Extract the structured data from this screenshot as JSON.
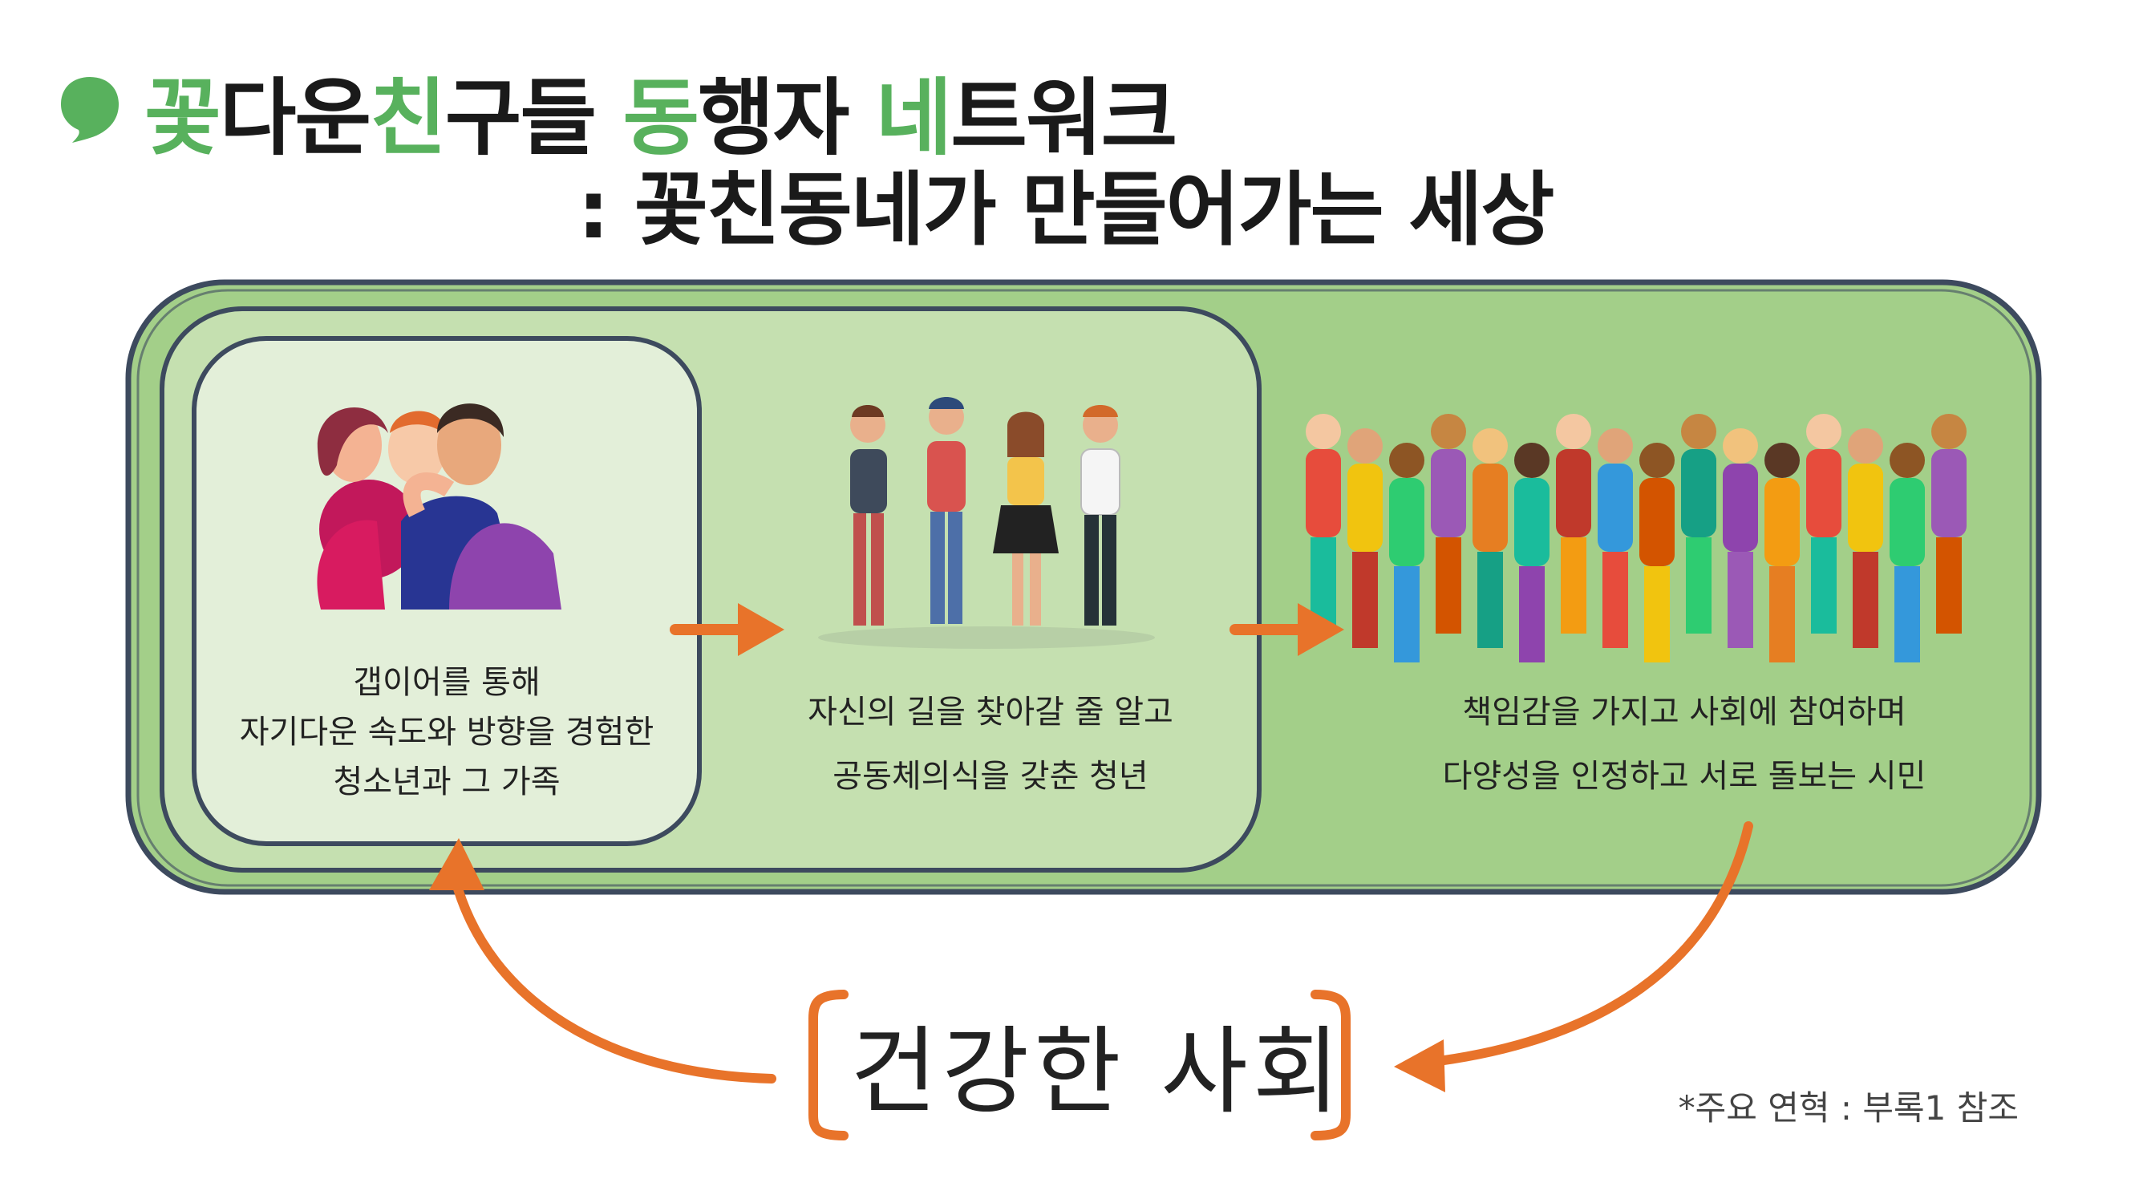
{
  "title": {
    "segments": [
      {
        "text": "꽃",
        "highlight": true
      },
      {
        "text": "다운",
        "highlight": false
      },
      {
        "text": "친",
        "highlight": true
      },
      {
        "text": "구들 ",
        "highlight": false
      },
      {
        "text": "동",
        "highlight": true
      },
      {
        "text": "행자 ",
        "highlight": false
      },
      {
        "text": "네",
        "highlight": true
      },
      {
        "text": "트워크",
        "highlight": false
      }
    ],
    "subtitle": ": 꽃친동네가 만들어가는 세상"
  },
  "stages": [
    {
      "icon": "family-icon",
      "lines": [
        "갭이어를 통해",
        "자기다운 속도와 방향을 경험한",
        "청소년과 그 가족"
      ]
    },
    {
      "icon": "youth-group-icon",
      "lines": [
        "자신의 길을 찾아갈 줄 알고",
        "공동체의식을 갖춘 청년"
      ]
    },
    {
      "icon": "citizens-crowd-icon",
      "lines": [
        "책임감을 가지고 사회에 참여하며",
        "다양성을 인정하고 서로 돌보는 시민"
      ]
    }
  ],
  "center": {
    "text": "건강한 사회"
  },
  "footnote": "*주요 연혁 : 부록1 참조",
  "colors": {
    "accent_green": "#58b15d",
    "outer_green": "#a3cf89",
    "mid_green": "#c5e0b0",
    "inner_green": "#e3efd9",
    "outline": "#3d4a5e",
    "arrow_orange": "#e8732a"
  }
}
